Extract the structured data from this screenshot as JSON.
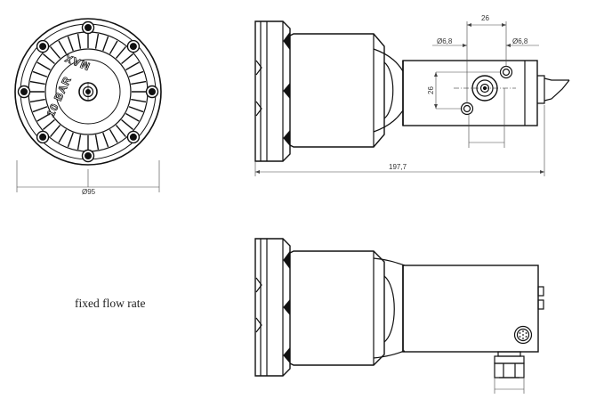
{
  "dimensions": {
    "front_diameter": "Ø95",
    "top_width": "26",
    "hole_left": "Ø6,8",
    "hole_right": "Ø6,8",
    "side_height": "26",
    "overall_length": "197,7"
  },
  "embossing": {
    "line1": "MAX",
    "line2": "10 BAR"
  },
  "caption": "fixed flow rate",
  "colors": {
    "line": "#111111",
    "dim_line": "#444444",
    "background": "#ffffff"
  }
}
